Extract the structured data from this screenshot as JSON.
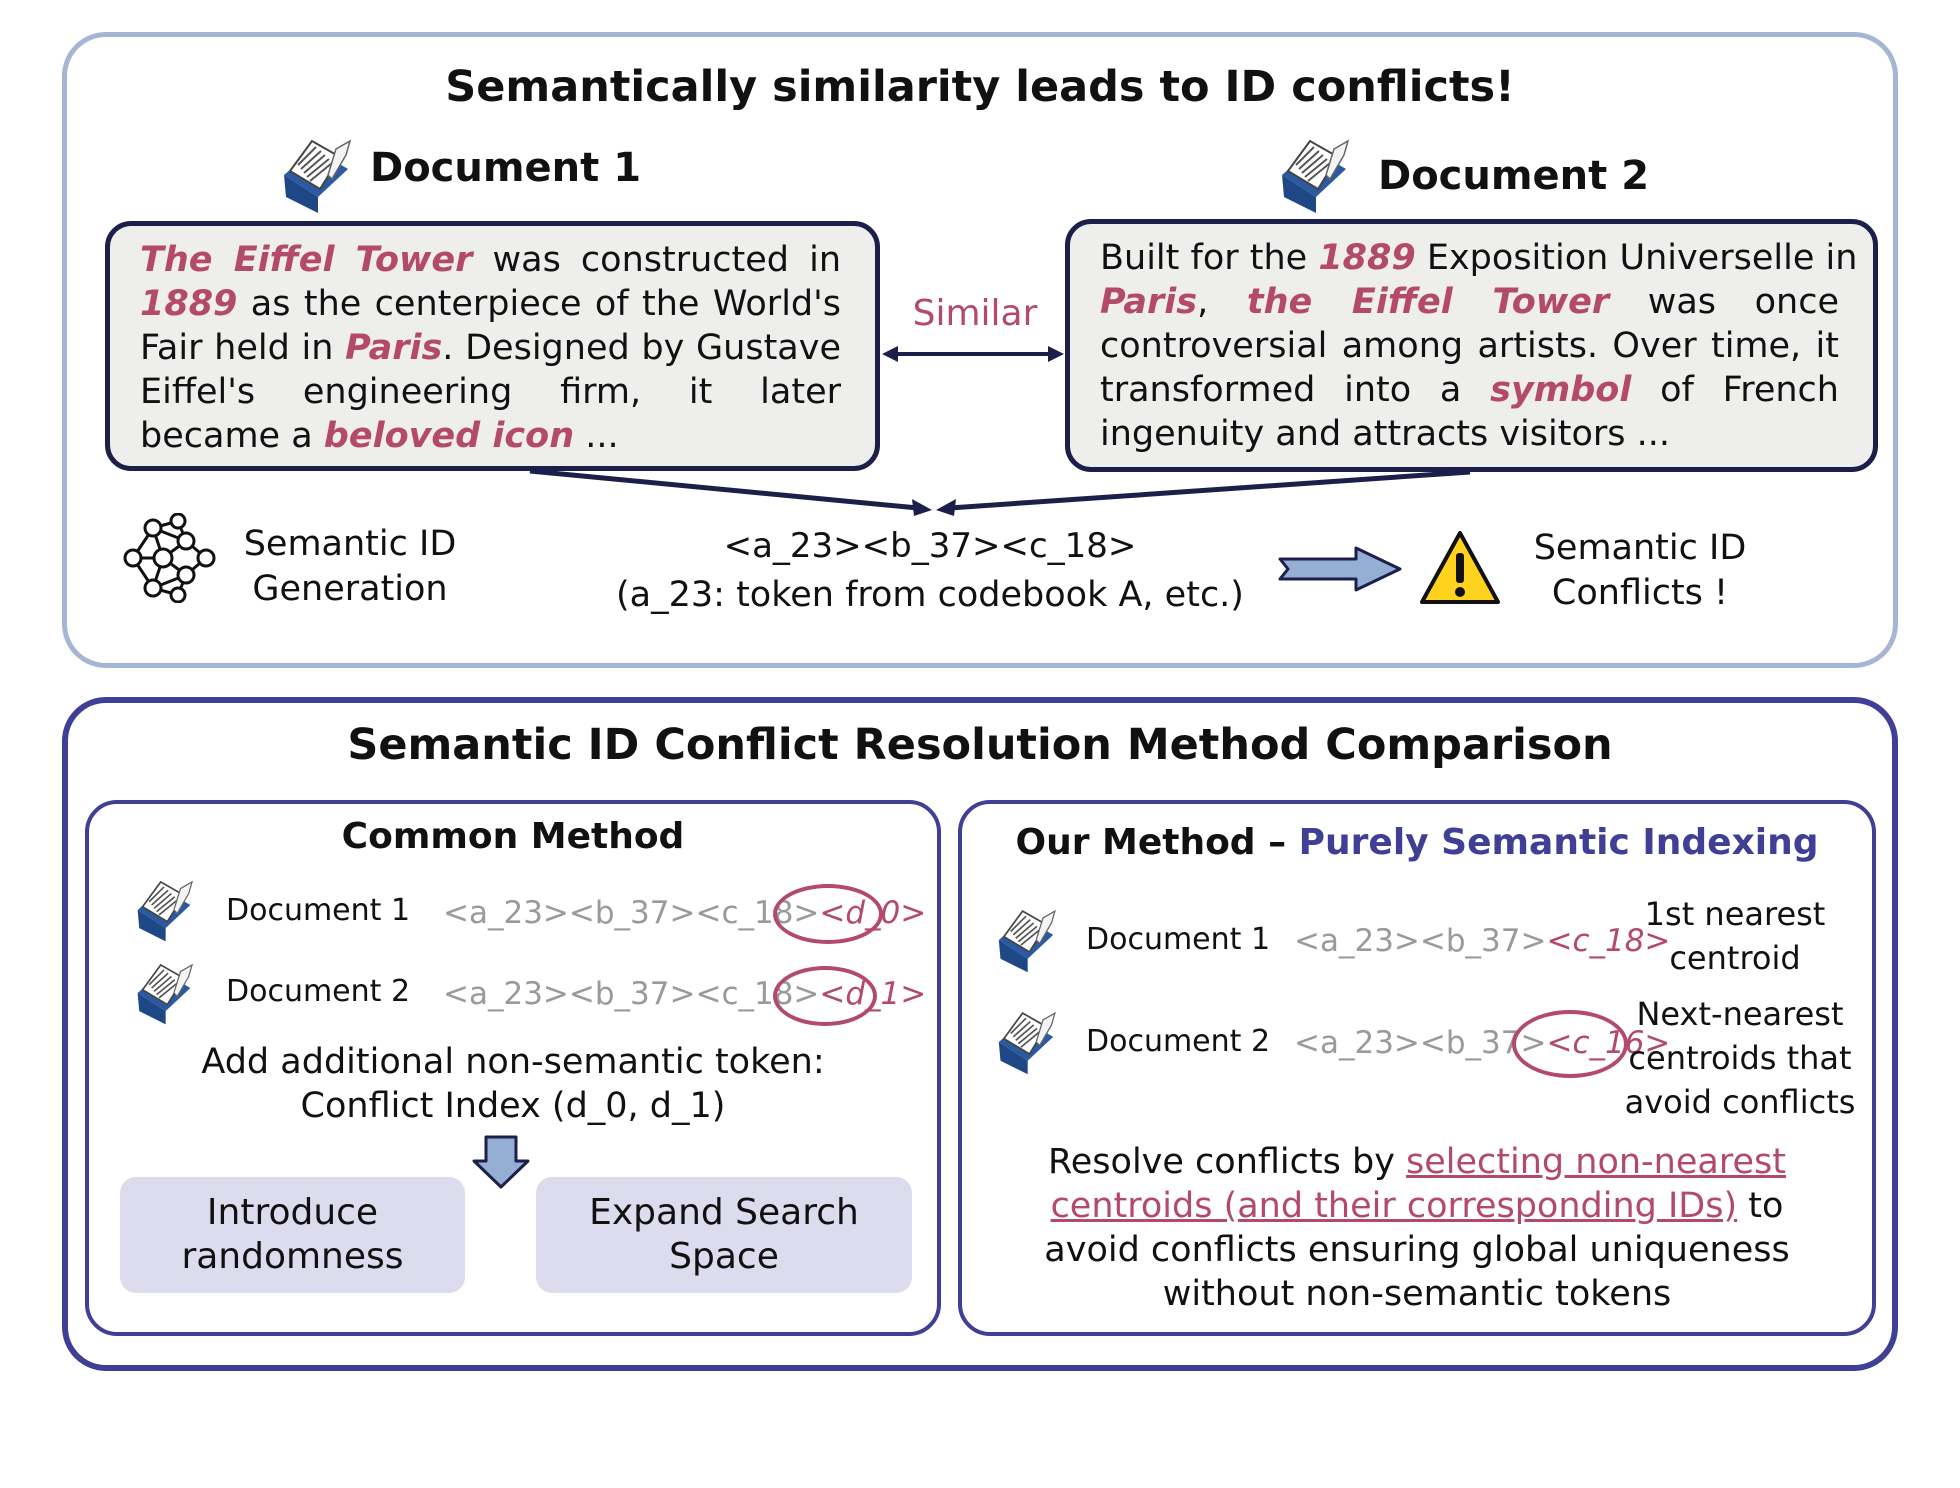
{
  "top": {
    "title": "Semantically similarity leads to ID conflicts!",
    "doc1": {
      "heading": "Document 1",
      "lines": [
        [
          {
            "t": "The Eiffel Tower",
            "h": true
          },
          {
            "t": " was constructed in",
            "h": false
          }
        ],
        [
          {
            "t": "1889",
            "h": true
          },
          {
            "t": " as the centerpiece of the World's",
            "h": false
          }
        ],
        [
          {
            "t": "Fair held in ",
            "h": false
          },
          {
            "t": "Paris",
            "h": true
          },
          {
            "t": ". Designed by Gustave",
            "h": false
          }
        ],
        [
          {
            "t": "Eiffel's engineering firm, it later",
            "h": false
          }
        ],
        [
          {
            "t": "became a ",
            "h": false
          },
          {
            "t": "beloved icon",
            "h": true
          },
          {
            "t": " ...",
            "h": false
          }
        ]
      ]
    },
    "doc2": {
      "heading": "Document 2",
      "lines": [
        [
          {
            "t": "Built for the ",
            "h": false
          },
          {
            "t": "1889",
            "h": true
          },
          {
            "t": " Exposition Universelle in",
            "h": false
          }
        ],
        [
          {
            "t": "Paris",
            "h": true
          },
          {
            "t": ", ",
            "h": false
          },
          {
            "t": "the Eiffel Tower",
            "h": true
          },
          {
            "t": " was once",
            "h": false
          }
        ],
        [
          {
            "t": "controversial among artists. Over time, it",
            "h": false
          }
        ],
        [
          {
            "t": "transformed into a ",
            "h": false
          },
          {
            "t": "symbol",
            "h": true
          },
          {
            "t": " of French",
            "h": false
          }
        ],
        [
          {
            "t": "ingenuity and attracts visitors ...",
            "h": false
          }
        ]
      ]
    },
    "similar_label": "Similar",
    "generation_label": [
      "Semantic ID",
      "Generation"
    ],
    "id_string": "<a_23><b_37><c_18>",
    "id_note": "(a_23: token from codebook A, etc.)",
    "conflicts_label": [
      "Semantic ID",
      "Conflicts !"
    ]
  },
  "bottom": {
    "title": "Semantic ID Conflict Resolution Method Comparison",
    "common": {
      "title": "Common Method",
      "doc1_label": "Document 1",
      "doc1_prefix": "<a_23><b_37><c_18>",
      "doc1_extra": "<d_0>",
      "doc2_label": "Document 2",
      "doc2_prefix": "<a_23><b_37><c_18>",
      "doc2_extra": "<d_1>",
      "note": [
        "Add additional non-semantic token:",
        "Conflict Index (d_0, d_1)"
      ],
      "option1": "Introduce randomness",
      "option2": "Expand Search Space"
    },
    "ours": {
      "title_prefix": "Our Method – ",
      "title_highlight": "Purely Semantic Indexing",
      "doc1_label": "Document 1",
      "doc1_prefix": "<a_23><b_37>",
      "doc1_extra": "<c_18>",
      "doc1_note": [
        "1st nearest",
        "centroid"
      ],
      "doc2_label": "Document 2",
      "doc2_prefix": "<a_23><b_37>",
      "doc2_extra": "<c_16>",
      "doc2_note": [
        "Next-nearest",
        "centroids that",
        "avoid conflicts"
      ],
      "resolve_1": "Resolve conflicts by ",
      "resolve_link_1": "selecting non-nearest",
      "resolve_link_2": "centroids (and their corresponding IDs)",
      "resolve_2": " to",
      "resolve_3": "avoid conflicts ensuring global uniqueness",
      "resolve_4": "without non-semantic tokens"
    }
  }
}
